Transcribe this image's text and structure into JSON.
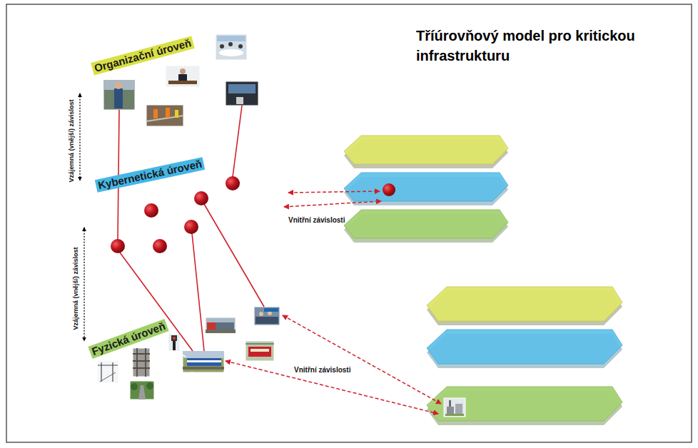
{
  "diagram": {
    "title": "Tříúrovňový model pro kritickou infrastrukturu",
    "nodes": [
      {
        "text": [
          "Organizační úroveň"
        ]
      },
      {
        "text": [
          "Kybernetická úroveň"
        ]
      },
      {
        "text": [
          "Fyzická úroveň"
        ]
      }
    ],
    "edges": [
      {
        "from": 0,
        "to": 1,
        "label": "Vzájemná (vnější) závislost",
        "arrow": "both"
      },
      {
        "from": 1,
        "to": 2,
        "label": "Vzájemná (vnější) závislost",
        "arrow": "both"
      }
    ],
    "labels": [
      "Vnitřní závislosti",
      "Vnitřní závislosti"
    ]
  }
}
